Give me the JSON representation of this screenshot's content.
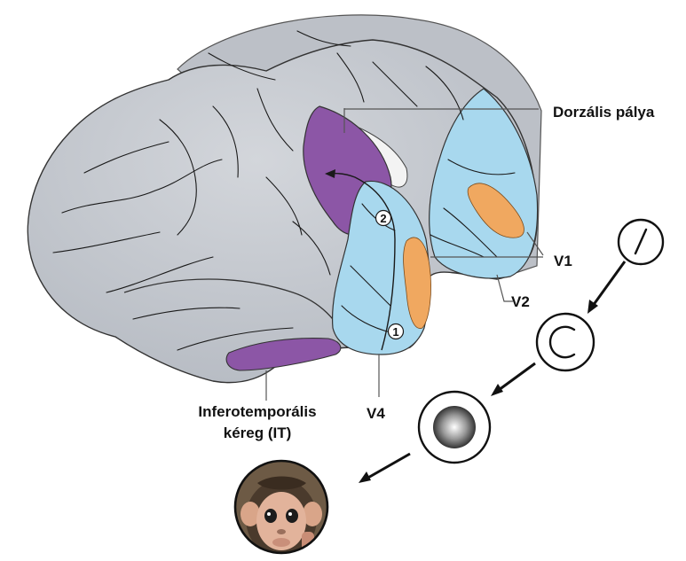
{
  "labels": {
    "dorsal": "Dorzális pálya",
    "v1": "V1",
    "v2": "V2",
    "v4": "V4",
    "it_line1": "Inferotemporális",
    "it_line2": "kéreg (IT)"
  },
  "markers": {
    "one": "1",
    "two": "2"
  },
  "colors": {
    "cortex": "#c9cdd3",
    "cortex_shadow": "#a9aeb6",
    "visual_area_blue": "#a8d8ee",
    "v1_orange": "#f0a860",
    "purple": "#8c56a6",
    "white_region": "#f3f3f3",
    "sulci": "#1a1a1a"
  },
  "icons": [
    "oriented-line-stimulus-icon",
    "curve-stimulus-icon",
    "shaded-sphere-stimulus-icon",
    "monkey-face-stimulus-icon"
  ]
}
